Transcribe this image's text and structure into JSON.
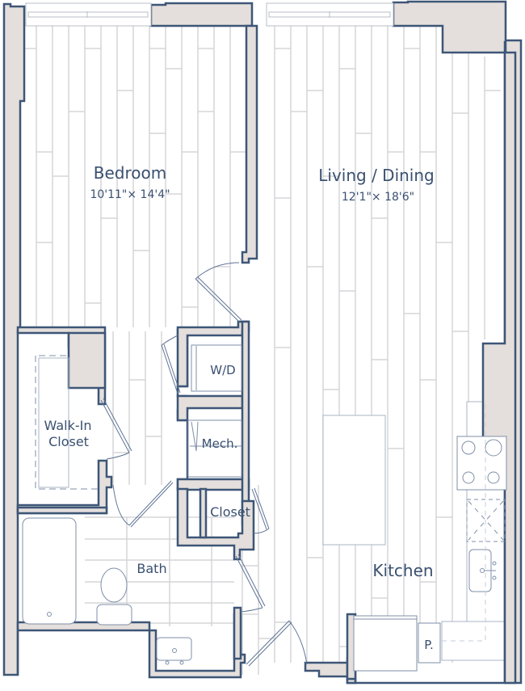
{
  "floorplan": {
    "colors": {
      "wall_fill": "#e4dfdc",
      "wall_stroke": "#3d5677",
      "floor_line": "#d4d4d6",
      "fixture_line": "#8a9ab0",
      "text": "#3a5070"
    },
    "rooms": {
      "bedroom": {
        "name": "Bedroom",
        "dimensions": "10'11\"× 14'4\""
      },
      "living": {
        "name": "Living / Dining",
        "dimensions": "12'1\"× 18'6\""
      },
      "walkin": {
        "name_line1": "Walk-In",
        "name_line2": "Closet"
      },
      "bath": {
        "name": "Bath"
      },
      "closet": {
        "name": "Closet"
      },
      "kitchen": {
        "name": "Kitchen"
      }
    },
    "fixtures": {
      "washer_dryer": "W/D",
      "mechanical": "Mech.",
      "pantry": "P."
    }
  }
}
